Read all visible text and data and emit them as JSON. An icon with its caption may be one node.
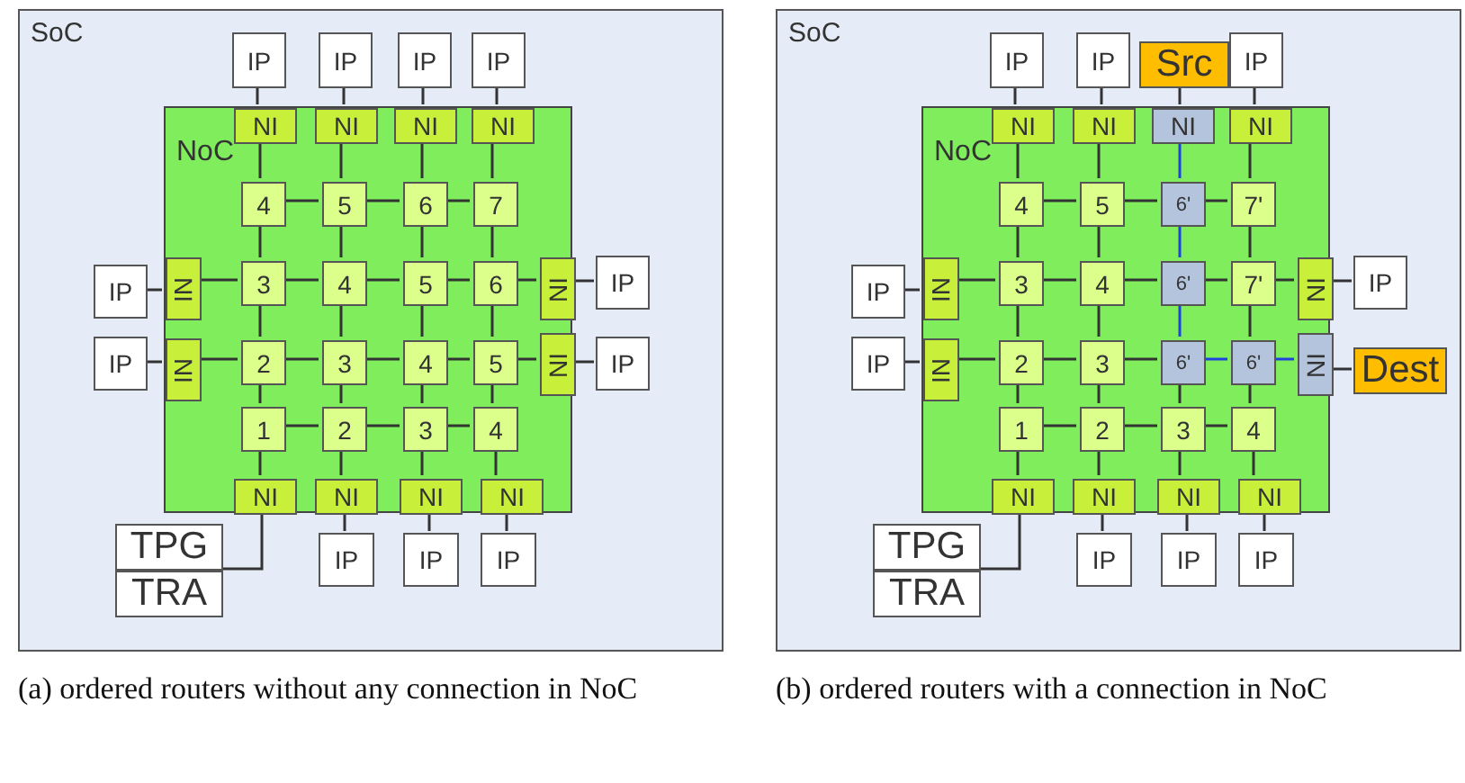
{
  "diagram": {
    "nodes": [
      {
        "text": [
          "SoC"
        ],
        "beside": [
          "(a) ordered routers without any connection in NoC"
        ]
      },
      {
        "text": [
          "IP"
        ],
        "in": 0
      },
      {
        "text": [
          "IP"
        ],
        "in": 0
      },
      {
        "text": [
          "IP"
        ],
        "in": 0
      },
      {
        "text": [
          "IP"
        ],
        "in": 0
      },
      {
        "text": [
          "NoC"
        ],
        "in": 0
      },
      {
        "text": [
          "NI"
        ],
        "in": 5
      },
      {
        "text": [
          "NI"
        ],
        "in": 5
      },
      {
        "text": [
          "NI"
        ],
        "in": 5
      },
      {
        "text": [
          "NI"
        ],
        "in": 5
      },
      {
        "text": [
          "4"
        ],
        "in": 5
      },
      {
        "text": [
          "5"
        ],
        "in": 5
      },
      {
        "text": [
          "6"
        ],
        "in": 5
      },
      {
        "text": [
          "7"
        ],
        "in": 5
      },
      {
        "text": [
          "IP"
        ],
        "in": 0
      },
      {
        "text": [
          "NI"
        ],
        "in": 5
      },
      {
        "text": [
          "3"
        ],
        "in": 5
      },
      {
        "text": [
          "4"
        ],
        "in": 5
      },
      {
        "text": [
          "5"
        ],
        "in": 5
      },
      {
        "text": [
          "6"
        ],
        "in": 5
      },
      {
        "text": [
          "NI"
        ],
        "in": 5
      },
      {
        "text": [
          "IP"
        ],
        "in": 0
      },
      {
        "text": [
          "IP"
        ],
        "in": 0
      },
      {
        "text": [
          "NI"
        ],
        "in": 5
      },
      {
        "text": [
          "2"
        ],
        "in": 5
      },
      {
        "text": [
          "3"
        ],
        "in": 5
      },
      {
        "text": [
          "4"
        ],
        "in": 5
      },
      {
        "text": [
          "5"
        ],
        "in": 5
      },
      {
        "text": [
          "NI"
        ],
        "in": 5
      },
      {
        "text": [
          "IP"
        ],
        "in": 0
      },
      {
        "text": [
          "1"
        ],
        "in": 5
      },
      {
        "text": [
          "2"
        ],
        "in": 5
      },
      {
        "text": [
          "3"
        ],
        "in": 5
      },
      {
        "text": [
          "4"
        ],
        "in": 5
      },
      {
        "text": [
          "NI"
        ],
        "in": 5
      },
      {
        "text": [
          "NI"
        ],
        "in": 5
      },
      {
        "text": [
          "NI"
        ],
        "in": 5
      },
      {
        "text": [
          "NI"
        ],
        "in": 5
      },
      {
        "text": [
          "TPG"
        ],
        "in": 0
      },
      {
        "text": [
          "TRA"
        ],
        "in": 0
      },
      {
        "text": [
          "IP"
        ],
        "in": 0
      },
      {
        "text": [
          "IP"
        ],
        "in": 0
      },
      {
        "text": [
          "IP"
        ],
        "in": 0
      },
      {
        "text": [
          "SoC"
        ],
        "beside": [
          "(b) ordered routers with a connection in NoC"
        ]
      },
      {
        "text": [
          "IP"
        ],
        "in": 43
      },
      {
        "text": [
          "IP"
        ],
        "in": 43
      },
      {
        "text": [
          "Src"
        ],
        "in": 43
      },
      {
        "text": [
          "IP"
        ],
        "in": 43
      },
      {
        "text": [
          "NoC"
        ],
        "in": 43
      },
      {
        "text": [
          "NI"
        ],
        "in": 48
      },
      {
        "text": [
          "NI"
        ],
        "in": 48
      },
      {
        "text": [
          "NI"
        ],
        "in": 48
      },
      {
        "text": [
          "NI"
        ],
        "in": 48
      },
      {
        "text": [
          "4"
        ],
        "in": 48
      },
      {
        "text": [
          "5"
        ],
        "in": 48
      },
      {
        "text": [
          "6'"
        ],
        "in": 48
      },
      {
        "text": [
          "7'"
        ],
        "in": 48
      },
      {
        "text": [
          "IP"
        ],
        "in": 43
      },
      {
        "text": [
          "NI"
        ],
        "in": 48
      },
      {
        "text": [
          "3"
        ],
        "in": 48
      },
      {
        "text": [
          "4"
        ],
        "in": 48
      },
      {
        "text": [
          "6'"
        ],
        "in": 48
      },
      {
        "text": [
          "7'"
        ],
        "in": 48
      },
      {
        "text": [
          "NI"
        ],
        "in": 48
      },
      {
        "text": [
          "IP"
        ],
        "in": 43
      },
      {
        "text": [
          "IP"
        ],
        "in": 43
      },
      {
        "text": [
          "NI"
        ],
        "in": 48
      },
      {
        "text": [
          "2"
        ],
        "in": 48
      },
      {
        "text": [
          "3"
        ],
        "in": 48
      },
      {
        "text": [
          "6'"
        ],
        "in": 48
      },
      {
        "text": [
          "6'"
        ],
        "in": 48
      },
      {
        "text": [
          "NI"
        ],
        "in": 48
      },
      {
        "text": [
          "Dest"
        ],
        "in": 43
      },
      {
        "text": [
          "1"
        ],
        "in": 48
      },
      {
        "text": [
          "2"
        ],
        "in": 48
      },
      {
        "text": [
          "3"
        ],
        "in": 48
      },
      {
        "text": [
          "4"
        ],
        "in": 48
      },
      {
        "text": [
          "NI"
        ],
        "in": 48
      },
      {
        "text": [
          "NI"
        ],
        "in": 48
      },
      {
        "text": [
          "NI"
        ],
        "in": 48
      },
      {
        "text": [
          "NI"
        ],
        "in": 48
      },
      {
        "text": [
          "TPG"
        ],
        "in": 43
      },
      {
        "text": [
          "TRA"
        ],
        "in": 43
      },
      {
        "text": [
          "IP"
        ],
        "in": 43
      },
      {
        "text": [
          "IP"
        ],
        "in": 43
      },
      {
        "text": [
          "IP"
        ],
        "in": 43
      }
    ],
    "edges": [
      {
        "from": 1,
        "to": 6,
        "arrow": "none"
      },
      {
        "from": 2,
        "to": 7,
        "arrow": "none"
      },
      {
        "from": 3,
        "to": 8,
        "arrow": "none"
      },
      {
        "from": 4,
        "to": 9,
        "arrow": "none"
      },
      {
        "from": 6,
        "to": 10,
        "arrow": "none"
      },
      {
        "from": 7,
        "to": 11,
        "arrow": "none"
      },
      {
        "from": 8,
        "to": 12,
        "arrow": "none"
      },
      {
        "from": 9,
        "to": 13,
        "arrow": "none"
      },
      {
        "from": 10,
        "to": 11,
        "arrow": "none"
      },
      {
        "from": 11,
        "to": 12,
        "arrow": "none"
      },
      {
        "from": 12,
        "to": 13,
        "arrow": "none"
      },
      {
        "from": 10,
        "to": 16,
        "arrow": "none"
      },
      {
        "from": 11,
        "to": 17,
        "arrow": "none"
      },
      {
        "from": 12,
        "to": 18,
        "arrow": "none"
      },
      {
        "from": 13,
        "to": 19,
        "arrow": "none"
      },
      {
        "from": 14,
        "to": 15,
        "arrow": "none"
      },
      {
        "from": 15,
        "to": 16,
        "arrow": "none"
      },
      {
        "from": 16,
        "to": 17,
        "arrow": "none"
      },
      {
        "from": 17,
        "to": 18,
        "arrow": "none"
      },
      {
        "from": 18,
        "to": 19,
        "arrow": "none"
      },
      {
        "from": 19,
        "to": 20,
        "arrow": "none"
      },
      {
        "from": 20,
        "to": 21,
        "arrow": "none"
      },
      {
        "from": 16,
        "to": 24,
        "arrow": "none"
      },
      {
        "from": 17,
        "to": 25,
        "arrow": "none"
      },
      {
        "from": 18,
        "to": 26,
        "arrow": "none"
      },
      {
        "from": 19,
        "to": 27,
        "arrow": "none"
      },
      {
        "from": 22,
        "to": 23,
        "arrow": "none"
      },
      {
        "from": 23,
        "to": 24,
        "arrow": "none"
      },
      {
        "from": 24,
        "to": 25,
        "arrow": "none"
      },
      {
        "from": 25,
        "to": 26,
        "arrow": "none"
      },
      {
        "from": 26,
        "to": 27,
        "arrow": "none"
      },
      {
        "from": 27,
        "to": 28,
        "arrow": "none"
      },
      {
        "from": 28,
        "to": 29,
        "arrow": "none"
      },
      {
        "from": 24,
        "to": 30,
        "arrow": "none"
      },
      {
        "from": 25,
        "to": 31,
        "arrow": "none"
      },
      {
        "from": 26,
        "to": 32,
        "arrow": "none"
      },
      {
        "from": 27,
        "to": 33,
        "arrow": "none"
      },
      {
        "from": 30,
        "to": 31,
        "arrow": "none"
      },
      {
        "from": 31,
        "to": 32,
        "arrow": "none"
      },
      {
        "from": 32,
        "to": 33,
        "arrow": "none"
      },
      {
        "from": 30,
        "to": 34,
        "arrow": "none"
      },
      {
        "from": 31,
        "to": 35,
        "arrow": "none"
      },
      {
        "from": 32,
        "to": 36,
        "arrow": "none"
      },
      {
        "from": 33,
        "to": 37,
        "arrow": "none"
      },
      {
        "from": 34,
        "to": 38,
        "arrow": "none"
      },
      {
        "from": 35,
        "to": 40,
        "arrow": "none"
      },
      {
        "from": 36,
        "to": 41,
        "arrow": "none"
      },
      {
        "from": 37,
        "to": 42,
        "arrow": "none"
      },
      {
        "from": 44,
        "to": 49,
        "arrow": "none"
      },
      {
        "from": 45,
        "to": 50,
        "arrow": "none"
      },
      {
        "from": 46,
        "to": 51,
        "arrow": "none"
      },
      {
        "from": 47,
        "to": 52,
        "arrow": "none"
      },
      {
        "from": 49,
        "to": 53,
        "arrow": "none"
      },
      {
        "from": 50,
        "to": 54,
        "arrow": "none"
      },
      {
        "from": 51,
        "to": 55,
        "arrow": "none",
        "color": "#2040e0"
      },
      {
        "from": 52,
        "to": 56,
        "arrow": "none"
      },
      {
        "from": 53,
        "to": 54,
        "arrow": "none"
      },
      {
        "from": 54,
        "to": 55,
        "arrow": "none"
      },
      {
        "from": 55,
        "to": 56,
        "arrow": "none"
      },
      {
        "from": 53,
        "to": 59,
        "arrow": "none"
      },
      {
        "from": 54,
        "to": 60,
        "arrow": "none"
      },
      {
        "from": 55,
        "to": 61,
        "arrow": "none",
        "color": "#2040e0"
      },
      {
        "from": 56,
        "to": 62,
        "arrow": "none"
      },
      {
        "from": 57,
        "to": 58,
        "arrow": "none"
      },
      {
        "from": 58,
        "to": 59,
        "arrow": "none"
      },
      {
        "from": 59,
        "to": 60,
        "arrow": "none"
      },
      {
        "from": 60,
        "to": 61,
        "arrow": "none"
      },
      {
        "from": 61,
        "to": 62,
        "arrow": "none"
      },
      {
        "from": 62,
        "to": 63,
        "arrow": "none"
      },
      {
        "from": 63,
        "to": 64,
        "arrow": "none"
      },
      {
        "from": 59,
        "to": 67,
        "arrow": "none"
      },
      {
        "from": 60,
        "to": 68,
        "arrow": "none"
      },
      {
        "from": 61,
        "to": 69,
        "arrow": "none",
        "color": "#2040e0"
      },
      {
        "from": 62,
        "to": 70,
        "arrow": "none"
      },
      {
        "from": 65,
        "to": 66,
        "arrow": "none"
      },
      {
        "from": 66,
        "to": 67,
        "arrow": "none"
      },
      {
        "from": 67,
        "to": 68,
        "arrow": "none"
      },
      {
        "from": 68,
        "to": 69,
        "arrow": "none"
      },
      {
        "from": 69,
        "to": 70,
        "arrow": "none",
        "color": "#2040e0"
      },
      {
        "from": 70,
        "to": 71,
        "arrow": "none",
        "color": "#2040e0"
      },
      {
        "from": 71,
        "to": 72,
        "arrow": "none"
      },
      {
        "from": 67,
        "to": 73,
        "arrow": "none"
      },
      {
        "from": 68,
        "to": 74,
        "arrow": "none"
      },
      {
        "from": 69,
        "to": 75,
        "arrow": "none"
      },
      {
        "from": 70,
        "to": 76,
        "arrow": "none"
      },
      {
        "from": 73,
        "to": 74,
        "arrow": "none"
      },
      {
        "from": 74,
        "to": 75,
        "arrow": "none"
      },
      {
        "from": 75,
        "to": 76,
        "arrow": "none"
      },
      {
        "from": 73,
        "to": 77,
        "arrow": "none"
      },
      {
        "from": 74,
        "to": 78,
        "arrow": "none"
      },
      {
        "from": 75,
        "to": 79,
        "arrow": "none"
      },
      {
        "from": 76,
        "to": 80,
        "arrow": "none"
      },
      {
        "from": 77,
        "to": 81,
        "arrow": "none"
      },
      {
        "from": 78,
        "to": 83,
        "arrow": "none"
      },
      {
        "from": 79,
        "to": 84,
        "arrow": "none"
      },
      {
        "from": 80,
        "to": 85,
        "arrow": "none"
      }
    ]
  }
}
